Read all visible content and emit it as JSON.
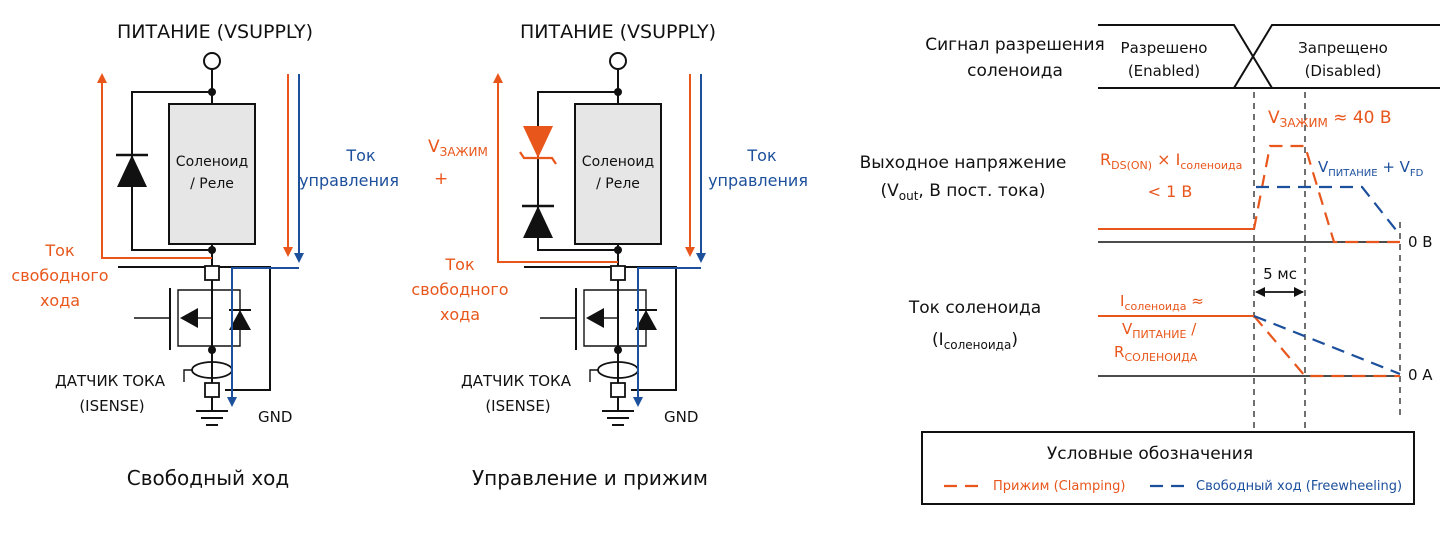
{
  "left_circuit": {
    "supply_label": "ПИТАНИЕ (VSUPPLY)",
    "solenoid_line1": "Соленоид",
    "solenoid_line2": "/ Реле",
    "drive_current_line1": "Ток",
    "drive_current_line2": "управления",
    "freewheel_current_line1": "Ток",
    "freewheel_current_line2": "свободного",
    "freewheel_current_line3": "хода",
    "sense_line1": "ДАТЧИК ТОКА",
    "sense_line2": "(ISENSE)",
    "gnd": "GND",
    "caption": "Свободный ход"
  },
  "right_circuit": {
    "supply_label": "ПИТАНИЕ (VSUPPLY)",
    "solenoid_line1": "Соленоид",
    "solenoid_line2": "/ Реле",
    "clamp_v": "V",
    "clamp_sub": "ЗАЖИМ",
    "clamp_plus": "+",
    "drive_current_line1": "Ток",
    "drive_current_line2": "управления",
    "freewheel_current_line1": "Ток",
    "freewheel_current_line2": "свободного",
    "freewheel_current_line3": "хода",
    "sense_line1": "ДАТЧИК ТОКА",
    "sense_line2": "(ISENSE)",
    "gnd": "GND",
    "caption": "Управление и прижим"
  },
  "timing": {
    "enable_label_line1": "Сигнал разрешения",
    "enable_label_line2": "соленоида",
    "enabled_line1": "Разрешено",
    "enabled_line2": "(Enabled)",
    "disabled_line1": "Запрещено",
    "disabled_line2": "(Disabled)",
    "vout_label_line1": "Выходное напряжение",
    "vout_label_line2_pre": "(V",
    "vout_label_line2_sub": "out",
    "vout_label_line2_post": ", В пост. тока)",
    "vclamp_v": "V",
    "vclamp_sub": "ЗАЖИМ",
    "vclamp_post": " ≈ 40 В",
    "rds_r": "R",
    "rds_sub": "DS(ON)",
    "rds_mid": " × I",
    "rds_sub2": "соленоида",
    "rds_line2": "< 1 В",
    "vsupply_v": "V",
    "vsupply_sub": "ПИТАНИЕ",
    "vsupply_mid": " + V",
    "vsupply_sub2": "FD",
    "zero_v": "0 В",
    "time_5ms": "5 мс",
    "current_label_line1": "Ток соленоида",
    "current_label_line2_pre": "(I",
    "current_label_line2_sub": "соленоида",
    "current_label_line2_post": ")",
    "isol_i": "I",
    "isol_sub": "соленоида",
    "isol_post": " ≈",
    "isol_v": "V",
    "isol_vsub": "ПИТАНИЕ",
    "isol_vpost": " /",
    "isol_r": "R",
    "isol_rsub": "СОЛЕНОИДА",
    "zero_a": "0 А"
  },
  "legend": {
    "title": "Условные обозначения",
    "clamping": "Прижим (Clamping)",
    "freewheeling": "Свободный ход (Freewheeling)"
  },
  "colors": {
    "orange": "#e8561b",
    "blue": "#1c4f9c",
    "black": "#111111",
    "solenoid_fill": "#e6e6e6"
  }
}
